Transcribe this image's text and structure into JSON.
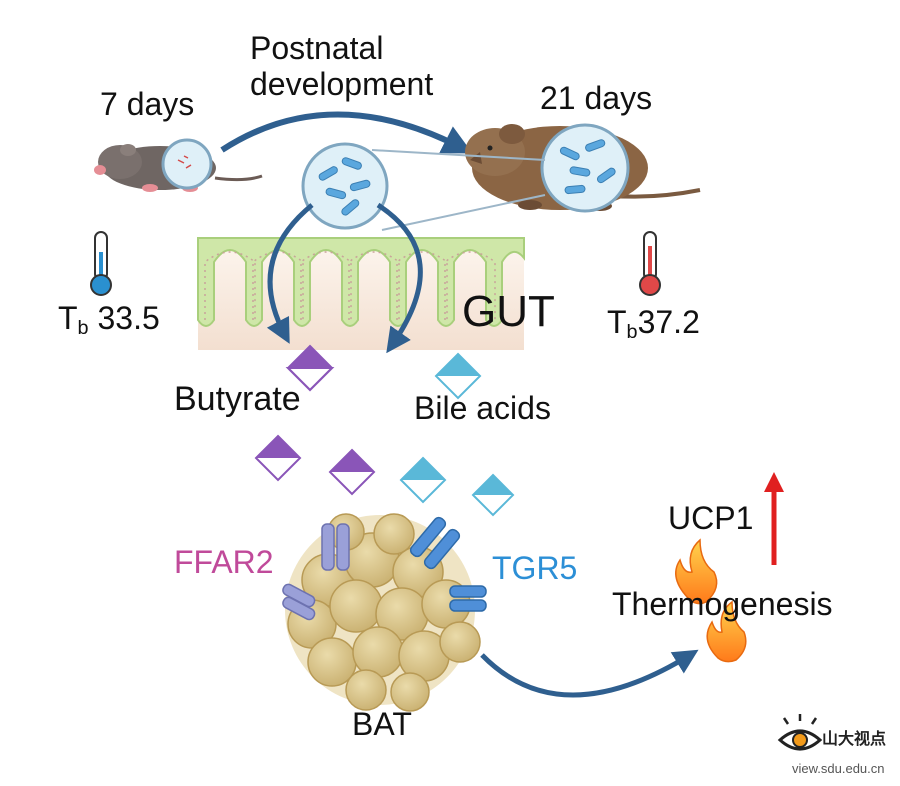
{
  "title_line1": "Postnatal",
  "title_line2": "development",
  "age_young": "7 days",
  "age_old": "21 days",
  "temp_young": {
    "symbol": "T",
    "subscript": "b",
    "value": " 33.5"
  },
  "temp_old": {
    "symbol": "T",
    "subscript": "b",
    "value": "37.2"
  },
  "gut_label": "GUT",
  "butyrate_label": "Butyrate",
  "bile_acids_label": "Bile acids",
  "ffar2_label": "FFAR2",
  "tgr5_label": "TGR5",
  "bat_label": "BAT",
  "ucp1_label": "UCP1",
  "thermogenesis_label": "Thermogenesis",
  "watermark": {
    "name": "山大视点",
    "url": "view.sdu.edu.cn"
  },
  "colors": {
    "arrow": "#2f5f8f",
    "butyrate": "#8a55b8",
    "bile_acid": "#5ab8d8",
    "ffar2_text": "#c04a9a",
    "tgr5_text": "#2c8fd6",
    "ffar2_receptor": "#9aa0d8",
    "tgr5_receptor": "#4f8fd8",
    "bat_cell": "#dcc88a",
    "thermo_cold": "#2a90d0",
    "thermo_hot": "#e04848",
    "ucp1_arrow": "#e02020",
    "gut_villi": "#cfe7a8",
    "gut_base": "#f6e7dc"
  }
}
